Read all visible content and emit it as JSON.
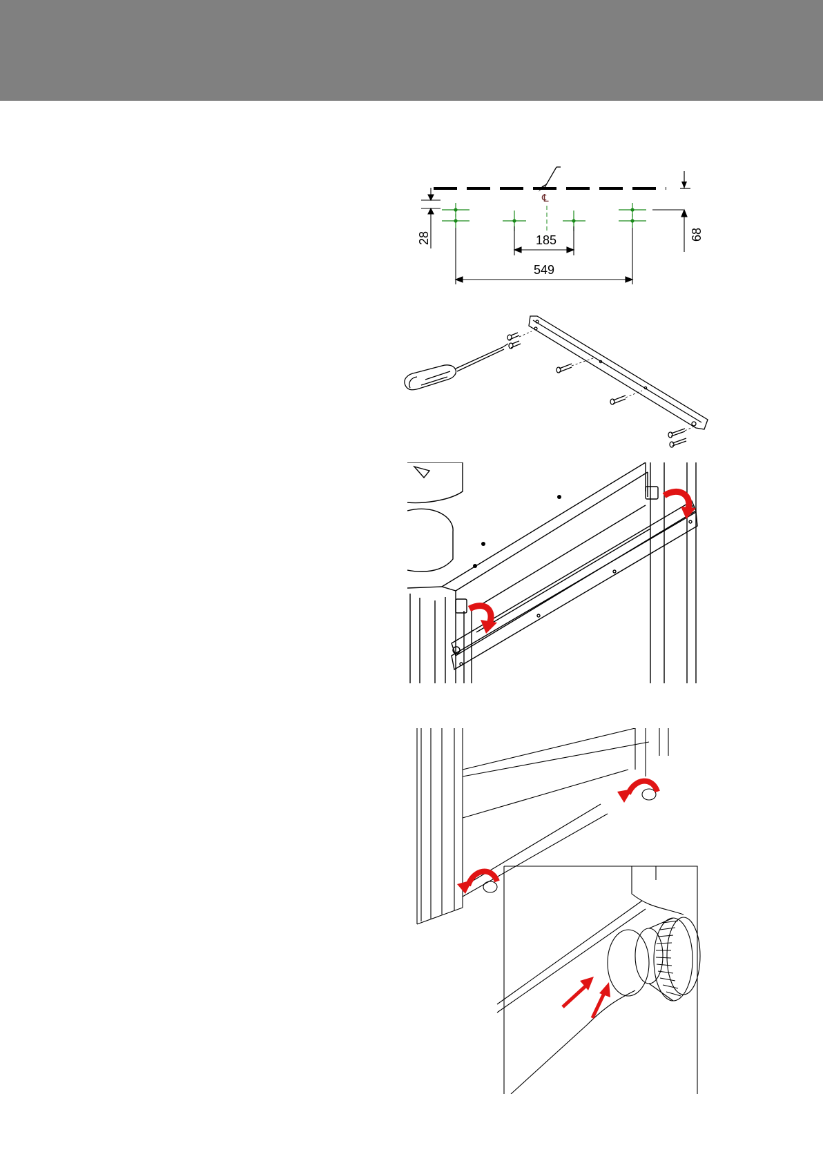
{
  "header": {
    "background_color": "#808080"
  },
  "figure_1_dimensions": {
    "centerline_symbol": "℄",
    "offset_left": "28",
    "offset_right": "68",
    "inner_spacing": "185",
    "outer_spacing": "549"
  },
  "colors": {
    "marker_green": "#1a8a1a",
    "arrow_red": "#e01414",
    "line_black": "#000000"
  }
}
